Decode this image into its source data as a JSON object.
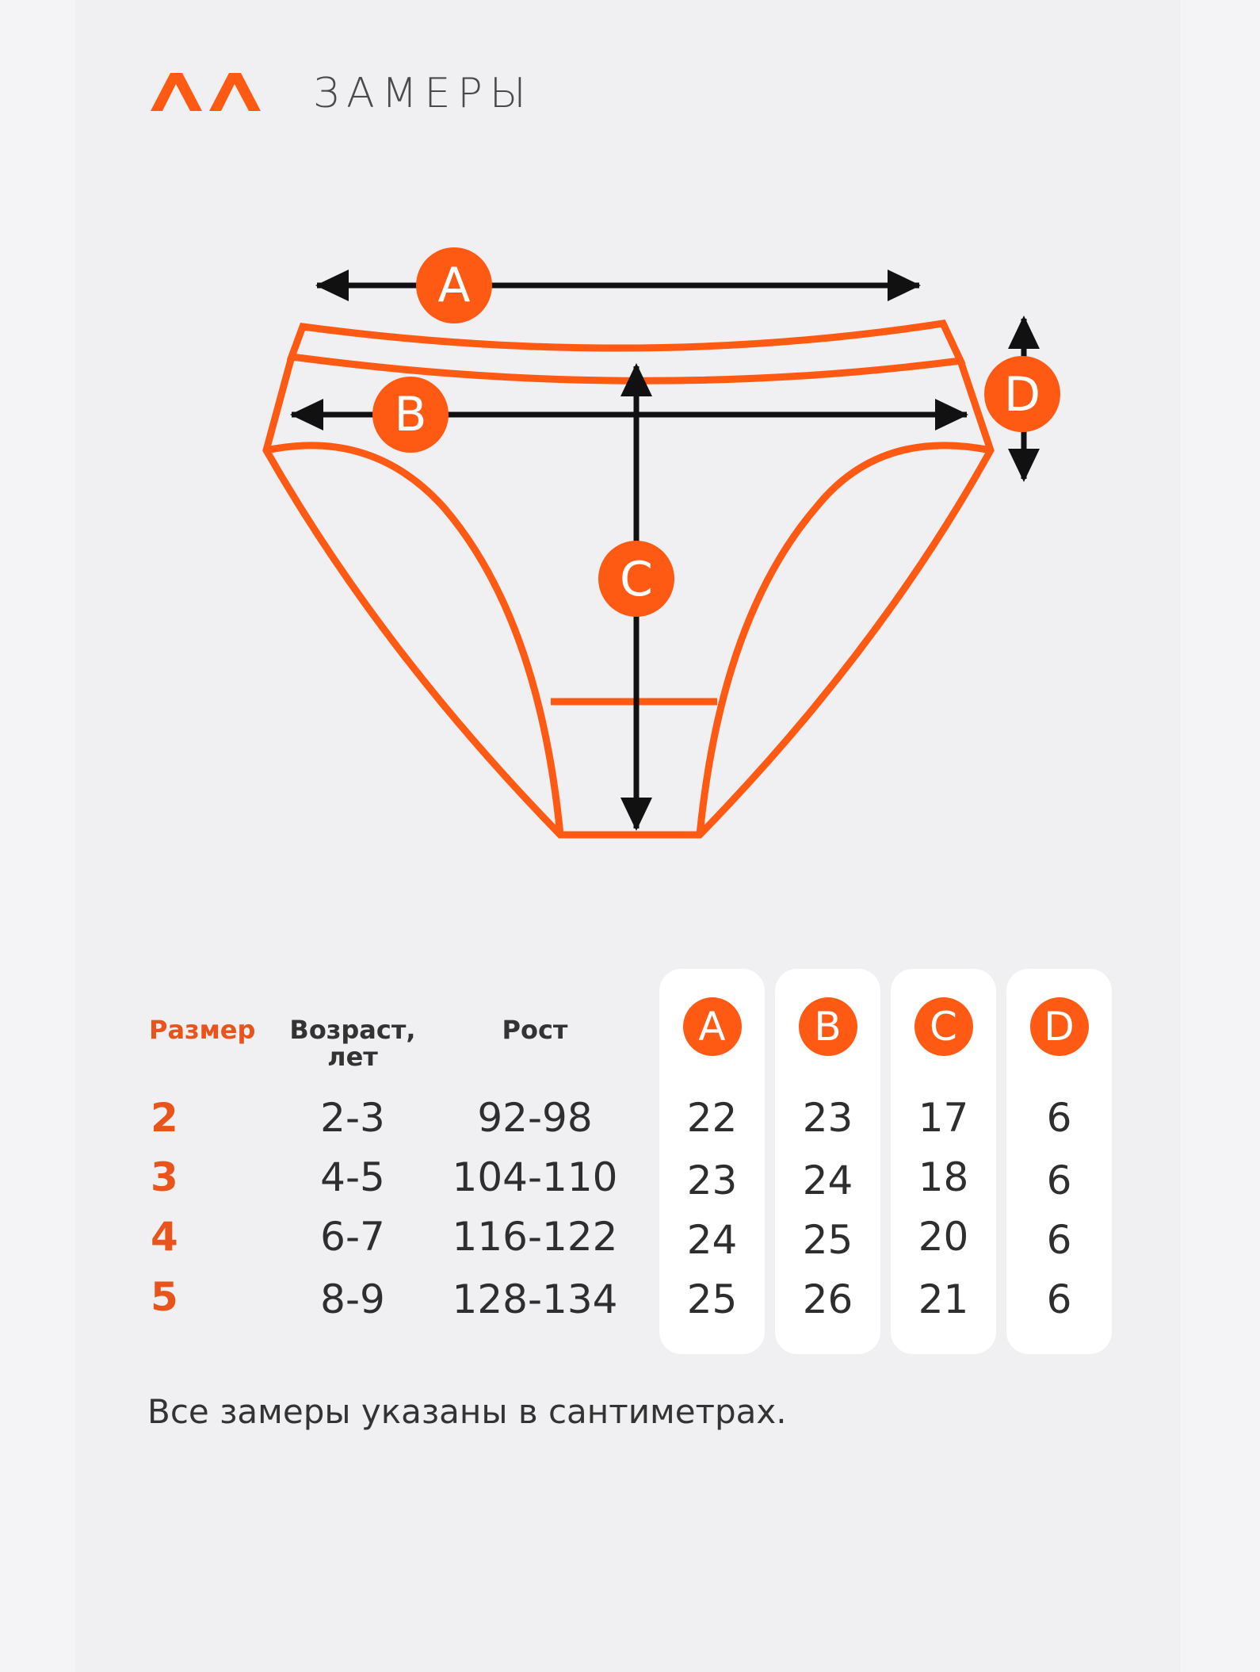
{
  "header": {
    "title": "ЗАМЕРЫ",
    "brand_color": "#ff5a14",
    "logo_icon": "double-chevron-logo"
  },
  "diagram": {
    "labels": [
      "A",
      "B",
      "C",
      "D"
    ],
    "outline_color": "#ff5a14",
    "arrow_color": "#111111"
  },
  "table": {
    "headers": {
      "size": "Размер",
      "age_line1": "Возраст,",
      "age_line2": "лет",
      "height": "Рост"
    },
    "measure_columns": [
      "A",
      "B",
      "C",
      "D"
    ],
    "rows": [
      {
        "size": "2",
        "age": "2-3",
        "height": "92-98",
        "a": "22",
        "b": "23",
        "c": "17",
        "d": "6"
      },
      {
        "size": "3",
        "age": "4-5",
        "height": "104-110",
        "a": "23",
        "b": "24",
        "c": "18",
        "d": "6"
      },
      {
        "size": "4",
        "age": "6-7",
        "height": "116-122",
        "a": "24",
        "b": "25",
        "c": "20",
        "d": "6"
      },
      {
        "size": "5",
        "age": "8-9",
        "height": "128-134",
        "a": "25",
        "b": "26",
        "c": "21",
        "d": "6"
      }
    ]
  },
  "footer": {
    "note": "Все замеры указаны в сантиметрах."
  }
}
